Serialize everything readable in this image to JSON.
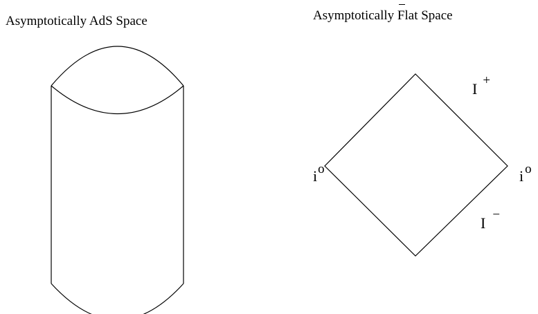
{
  "titles": {
    "ads": "Asymptotically AdS Space",
    "flat_prefix": "Asymptotically ",
    "flat_marked": "F",
    "flat_suffix": "lat Space"
  },
  "labels": {
    "i0_left": {
      "base": "i",
      "sup": "o"
    },
    "i0_right": {
      "base": "i",
      "sup": "o"
    },
    "scri_plus": {
      "base": "I",
      "sup": "+"
    },
    "scri_minus": {
      "base": "I",
      "sup": "−"
    }
  },
  "colors": {
    "ink": "#000000",
    "background": "#ffffff"
  }
}
